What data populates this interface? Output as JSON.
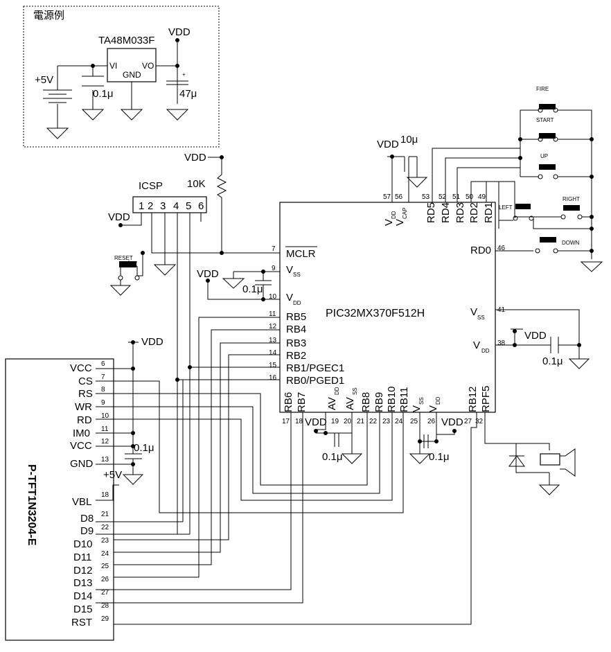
{
  "power": {
    "title": "電源例",
    "regulator": "TA48M033F",
    "vi": "VI",
    "vo": "VO",
    "gnd": "GND",
    "supply": "+5V",
    "cap_in": "0.1μ",
    "cap_out": "47μ",
    "vdd": "VDD",
    "plus": "+"
  },
  "icsp": {
    "title": "ICSP",
    "pins": [
      "1",
      "2",
      "3",
      "4",
      "5",
      "6"
    ],
    "vdd": "VDD",
    "reset": "RESET",
    "pullup_vdd": "VDD",
    "pullup": "10K"
  },
  "mcu": {
    "name": "PIC32MX370F512H",
    "mclr": "MCLR",
    "vss": "V",
    "vdd": "V",
    "sub_ss": "SS",
    "sub_dd": "DD",
    "sub_cap": "CAP",
    "left_pins": [
      {
        "num": "11",
        "label": "RB5"
      },
      {
        "num": "12",
        "label": "RB4"
      },
      {
        "num": "13",
        "label": "RB3"
      },
      {
        "num": "14",
        "label": "RB2"
      },
      {
        "num": "15",
        "label": "RB1/PGEC1"
      },
      {
        "num": "16",
        "label": "RB0/PGED1"
      }
    ],
    "pin7": "7",
    "pin9": "9",
    "pin10": "10",
    "top_pins": [
      {
        "num": "57",
        "label": "V"
      },
      {
        "num": "56",
        "label": "V"
      },
      {
        "num": "53",
        "label": "RD5"
      },
      {
        "num": "52",
        "label": "RD4"
      },
      {
        "num": "51",
        "label": "RD3"
      },
      {
        "num": "50",
        "label": "RD2"
      },
      {
        "num": "49",
        "label": "RD1"
      }
    ],
    "rd0": "RD0",
    "pin46": "46",
    "pin41": "41",
    "pin38": "38",
    "bottom_pins": [
      {
        "num": "17",
        "label": "RB6"
      },
      {
        "num": "18",
        "label": "RB7"
      },
      {
        "num": "19",
        "label": "AV"
      },
      {
        "num": "20",
        "label": "AV"
      },
      {
        "num": "21",
        "label": "RB8"
      },
      {
        "num": "22",
        "label": "RB9"
      },
      {
        "num": "23",
        "label": "RB10"
      },
      {
        "num": "24",
        "label": "RB11"
      },
      {
        "num": "25",
        "label": "V"
      },
      {
        "num": "26",
        "label": "V"
      },
      {
        "num": "27",
        "label": "RB12"
      },
      {
        "num": "32",
        "label": "RPF5"
      }
    ]
  },
  "caps": {
    "c10u": "10μ",
    "c01": "0.1μ",
    "vdd": "VDD"
  },
  "buttons": [
    "FIRE",
    "START",
    "UP",
    "RIGHT",
    "LEFT",
    "DOWN"
  ],
  "lcd": {
    "name": "P-TFT1N3204-E",
    "vdd": "VDD",
    "plus5": "+5V",
    "cap": "0.1μ",
    "pins": [
      {
        "num": "6",
        "label": "VCC"
      },
      {
        "num": "7",
        "label": "CS"
      },
      {
        "num": "8",
        "label": "RS"
      },
      {
        "num": "9",
        "label": "WR"
      },
      {
        "num": "10",
        "label": "RD"
      },
      {
        "num": "11",
        "label": "IM0"
      },
      {
        "num": "12",
        "label": "VCC"
      },
      {
        "num": "13",
        "label": "GND"
      },
      {
        "num": "18",
        "label": "VBL"
      },
      {
        "num": "21",
        "label": "D8"
      },
      {
        "num": "22",
        "label": "D9"
      },
      {
        "num": "23",
        "label": "D10"
      },
      {
        "num": "24",
        "label": "D11"
      },
      {
        "num": "25",
        "label": "D12"
      },
      {
        "num": "26",
        "label": "D13"
      },
      {
        "num": "27",
        "label": "D14"
      },
      {
        "num": "28",
        "label": "D15"
      },
      {
        "num": "29",
        "label": "RST"
      }
    ]
  }
}
